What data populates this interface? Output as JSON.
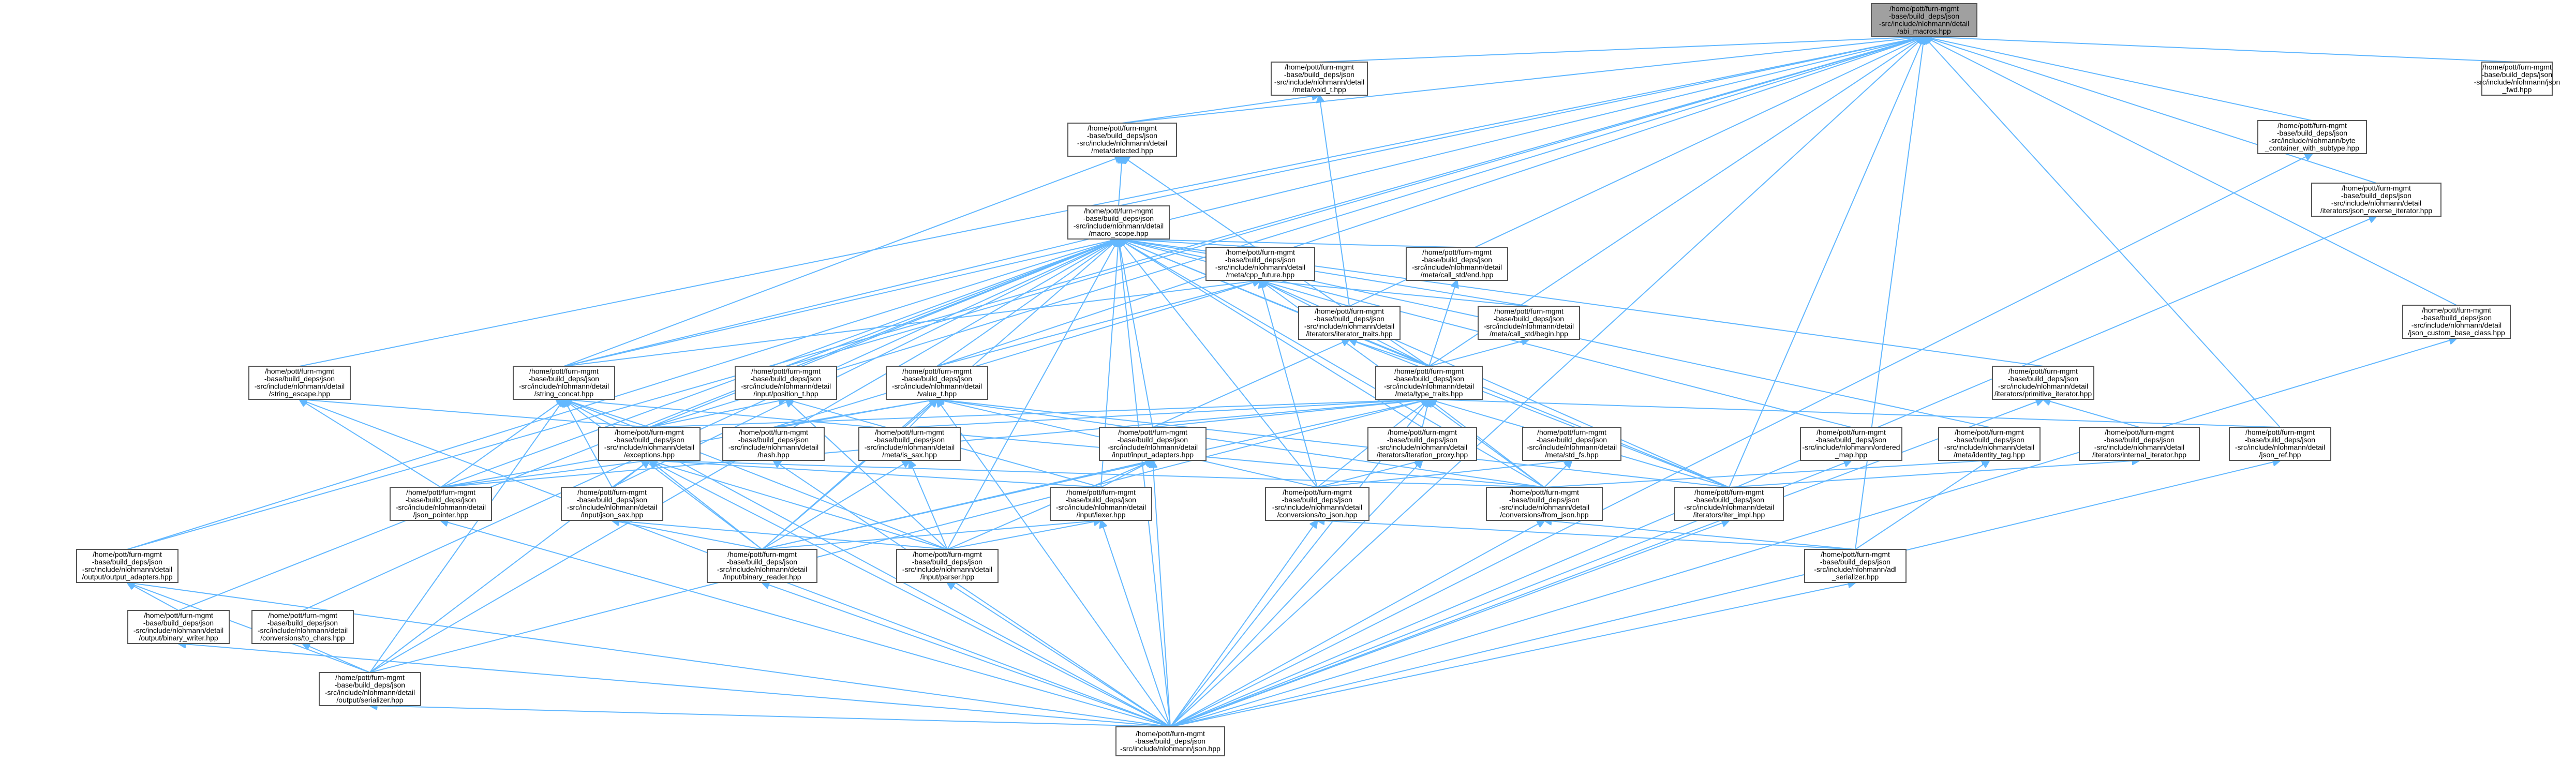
{
  "graph": {
    "nodes": [
      {
        "id": "abi_macros",
        "lines": [
          "/home/pott/furn-mgmt",
          "-base/build_deps/json",
          "-src/include/nlohmann/detail",
          "/abi_macros.hpp"
        ],
        "highlight": true
      },
      {
        "id": "json_fwd",
        "lines": [
          "/home/pott/furn-mgmt",
          "-base/build_deps/json",
          "-src/include/nlohmann/json",
          "_fwd.hpp"
        ]
      },
      {
        "id": "invoke",
        "lines": [
          "/home/pott/furn-mgmt",
          "-base/build_deps/json",
          "-src/include/nlohmann/detail",
          "/meta/void_t.hpp"
        ]
      },
      {
        "id": "byte_container",
        "lines": [
          "/home/pott/furn-mgmt",
          "-base/build_deps/json",
          "-src/include/nlohmann/byte",
          "_container_with_subtype.hpp"
        ]
      },
      {
        "id": "detected",
        "lines": [
          "/home/pott/furn-mgmt",
          "-base/build_deps/json",
          "-src/include/nlohmann/detail",
          "/meta/detected.hpp"
        ]
      },
      {
        "id": "json_reverse_iter",
        "lines": [
          "/home/pott/furn-mgmt",
          "-base/build_deps/json",
          "-src/include/nlohmann/detail",
          "/iterators/json_reverse_iterator.hpp"
        ]
      },
      {
        "id": "macro_scope",
        "lines": [
          "/home/pott/furn-mgmt",
          "-base/build_deps/json",
          "-src/include/nlohmann/detail",
          "/macro_scope.hpp"
        ]
      },
      {
        "id": "cpp_future",
        "lines": [
          "/home/pott/furn-mgmt",
          "-base/build_deps/json",
          "-src/include/nlohmann/detail",
          "/meta/cpp_future.hpp"
        ]
      },
      {
        "id": "call_std_end",
        "lines": [
          "/home/pott/furn-mgmt",
          "-base/build_deps/json",
          "-src/include/nlohmann/detail",
          "/meta/call_std/end.hpp"
        ]
      },
      {
        "id": "json_custom_base",
        "lines": [
          "/home/pott/furn-mgmt",
          "-base/build_deps/json",
          "-src/include/nlohmann/detail",
          "/json_custom_base_class.hpp"
        ]
      },
      {
        "id": "iterator_traits",
        "lines": [
          "/home/pott/furn-mgmt",
          "-base/build_deps/json",
          "-src/include/nlohmann/detail",
          "/iterators/iterator_traits.hpp"
        ]
      },
      {
        "id": "call_std_begin",
        "lines": [
          "/home/pott/furn-mgmt",
          "-base/build_deps/json",
          "-src/include/nlohmann/detail",
          "/meta/call_std/begin.hpp"
        ]
      },
      {
        "id": "string_escape",
        "lines": [
          "/home/pott/furn-mgmt",
          "-base/build_deps/json",
          "-src/include/nlohmann/detail",
          "/string_escape.hpp"
        ]
      },
      {
        "id": "string_concat",
        "lines": [
          "/home/pott/furn-mgmt",
          "-base/build_deps/json",
          "-src/include/nlohmann/detail",
          "/string_concat.hpp"
        ]
      },
      {
        "id": "position_t",
        "lines": [
          "/home/pott/furn-mgmt",
          "-base/build_deps/json",
          "-src/include/nlohmann/detail",
          "/input/position_t.hpp"
        ]
      },
      {
        "id": "value_t",
        "lines": [
          "/home/pott/furn-mgmt",
          "-base/build_deps/json",
          "-src/include/nlohmann/detail",
          "/value_t.hpp"
        ]
      },
      {
        "id": "type_traits",
        "lines": [
          "/home/pott/furn-mgmt",
          "-base/build_deps/json",
          "-src/include/nlohmann/detail",
          "/meta/type_traits.hpp"
        ]
      },
      {
        "id": "primitive_iterator",
        "lines": [
          "/home/pott/furn-mgmt",
          "-base/build_deps/json",
          "-src/include/nlohmann/detail",
          "/iterators/primitive_iterator.hpp"
        ]
      },
      {
        "id": "exceptions",
        "lines": [
          "/home/pott/furn-mgmt",
          "-base/build_deps/json",
          "-src/include/nlohmann/detail",
          "/exceptions.hpp"
        ]
      },
      {
        "id": "hash",
        "lines": [
          "/home/pott/furn-mgmt",
          "-base/build_deps/json",
          "-src/include/nlohmann/detail",
          "/hash.hpp"
        ]
      },
      {
        "id": "is_sax",
        "lines": [
          "/home/pott/furn-mgmt",
          "-base/build_deps/json",
          "-src/include/nlohmann/detail",
          "/meta/is_sax.hpp"
        ]
      },
      {
        "id": "input_adapters",
        "lines": [
          "/home/pott/furn-mgmt",
          "-base/build_deps/json",
          "-src/include/nlohmann/detail",
          "/input/input_adapters.hpp"
        ]
      },
      {
        "id": "iteration_proxy",
        "lines": [
          "/home/pott/furn-mgmt",
          "-base/build_deps/json",
          "-src/include/nlohmann/detail",
          "/iterators/iteration_proxy.hpp"
        ]
      },
      {
        "id": "std_fs",
        "lines": [
          "/home/pott/furn-mgmt",
          "-base/build_deps/json",
          "-src/include/nlohmann/detail",
          "/meta/std_fs.hpp"
        ]
      },
      {
        "id": "ordered_map",
        "lines": [
          "/home/pott/furn-mgmt",
          "-base/build_deps/json",
          "-src/include/nlohmann/ordered",
          "_map.hpp"
        ]
      },
      {
        "id": "identity_tag",
        "lines": [
          "/home/pott/furn-mgmt",
          "-base/build_deps/json",
          "-src/include/nlohmann/detail",
          "/meta/identity_tag.hpp"
        ]
      },
      {
        "id": "internal_iterator",
        "lines": [
          "/home/pott/furn-mgmt",
          "-base/build_deps/json",
          "-src/include/nlohmann/detail",
          "/iterators/internal_iterator.hpp"
        ]
      },
      {
        "id": "json_ref",
        "lines": [
          "/home/pott/furn-mgmt",
          "-base/build_deps/json",
          "-src/include/nlohmann/detail",
          "/json_ref.hpp"
        ]
      },
      {
        "id": "json_pointer",
        "lines": [
          "/home/pott/furn-mgmt",
          "-base/build_deps/json",
          "-src/include/nlohmann/detail",
          "/json_pointer.hpp"
        ]
      },
      {
        "id": "json_sax",
        "lines": [
          "/home/pott/furn-mgmt",
          "-base/build_deps/json",
          "-src/include/nlohmann/detail",
          "/input/json_sax.hpp"
        ]
      },
      {
        "id": "lexer",
        "lines": [
          "/home/pott/furn-mgmt",
          "-base/build_deps/json",
          "-src/include/nlohmann/detail",
          "/input/lexer.hpp"
        ]
      },
      {
        "id": "to_json",
        "lines": [
          "/home/pott/furn-mgmt",
          "-base/build_deps/json",
          "-src/include/nlohmann/detail",
          "/conversions/to_json.hpp"
        ]
      },
      {
        "id": "from_json",
        "lines": [
          "/home/pott/furn-mgmt",
          "-base/build_deps/json",
          "-src/include/nlohmann/detail",
          "/conversions/from_json.hpp"
        ]
      },
      {
        "id": "iter_impl",
        "lines": [
          "/home/pott/furn-mgmt",
          "-base/build_deps/json",
          "-src/include/nlohmann/detail",
          "/iterators/iter_impl.hpp"
        ]
      },
      {
        "id": "output_adapters",
        "lines": [
          "/home/pott/furn-mgmt",
          "-base/build_deps/json",
          "-src/include/nlohmann/detail",
          "/output/output_adapters.hpp"
        ]
      },
      {
        "id": "binary_reader",
        "lines": [
          "/home/pott/furn-mgmt",
          "-base/build_deps/json",
          "-src/include/nlohmann/detail",
          "/input/binary_reader.hpp"
        ]
      },
      {
        "id": "parser",
        "lines": [
          "/home/pott/furn-mgmt",
          "-base/build_deps/json",
          "-src/include/nlohmann/detail",
          "/input/parser.hpp"
        ]
      },
      {
        "id": "adl_serializer",
        "lines": [
          "/home/pott/furn-mgmt",
          "-base/build_deps/json",
          "-src/include/nlohmann/adl",
          "_serializer.hpp"
        ]
      },
      {
        "id": "binary_writer",
        "lines": [
          "/home/pott/furn-mgmt",
          "-base/build_deps/json",
          "-src/include/nlohmann/detail",
          "/output/binary_writer.hpp"
        ]
      },
      {
        "id": "to_chars",
        "lines": [
          "/home/pott/furn-mgmt",
          "-base/build_deps/json",
          "-src/include/nlohmann/detail",
          "/conversions/to_chars.hpp"
        ]
      },
      {
        "id": "serializer",
        "lines": [
          "/home/pott/furn-mgmt",
          "-base/build_deps/json",
          "-src/include/nlohmann/detail",
          "/output/serializer.hpp"
        ]
      },
      {
        "id": "json",
        "lines": [
          "/home/pott/furn-mgmt",
          "-base/build_deps/json",
          "-src/include/nlohmann/json.hpp"
        ]
      }
    ],
    "edges": [
      [
        "abi_macros",
        "json_fwd"
      ],
      [
        "abi_macros",
        "invoke"
      ],
      [
        "abi_macros",
        "byte_container"
      ],
      [
        "abi_macros",
        "detected"
      ],
      [
        "abi_macros",
        "json_reverse_iter"
      ],
      [
        "abi_macros",
        "macro_scope"
      ],
      [
        "abi_macros",
        "json_custom_base"
      ],
      [
        "abi_macros",
        "iterator_traits"
      ],
      [
        "abi_macros",
        "string_escape"
      ],
      [
        "abi_macros",
        "string_concat"
      ],
      [
        "abi_macros",
        "position_t"
      ],
      [
        "abi_macros",
        "value_t"
      ],
      [
        "abi_macros",
        "type_traits"
      ],
      [
        "abi_macros",
        "exceptions"
      ],
      [
        "abi_macros",
        "json_ref"
      ],
      [
        "abi_macros",
        "adl_serializer"
      ],
      [
        "abi_macros",
        "output_adapters"
      ],
      [
        "abi_macros",
        "json"
      ],
      [
        "abi_macros",
        "iter_impl"
      ],
      [
        "invoke",
        "detected"
      ],
      [
        "invoke",
        "iterator_traits"
      ],
      [
        "byte_container",
        "json"
      ],
      [
        "detected",
        "macro_scope"
      ],
      [
        "detected",
        "type_traits"
      ],
      [
        "detected",
        "string_concat"
      ],
      [
        "json_reverse_iter",
        "json"
      ],
      [
        "json_custom_base",
        "json"
      ],
      [
        "macro_scope",
        "cpp_future"
      ],
      [
        "macro_scope",
        "call_std_end"
      ],
      [
        "macro_scope",
        "call_std_begin"
      ],
      [
        "macro_scope",
        "type_traits"
      ],
      [
        "macro_scope",
        "string_concat"
      ],
      [
        "macro_scope",
        "position_t"
      ],
      [
        "macro_scope",
        "value_t"
      ],
      [
        "macro_scope",
        "primitive_iterator"
      ],
      [
        "macro_scope",
        "exceptions"
      ],
      [
        "macro_scope",
        "input_adapters"
      ],
      [
        "macro_scope",
        "ordered_map"
      ],
      [
        "macro_scope",
        "identity_tag"
      ],
      [
        "macro_scope",
        "to_json"
      ],
      [
        "macro_scope",
        "from_json"
      ],
      [
        "macro_scope",
        "iter_impl"
      ],
      [
        "macro_scope",
        "lexer"
      ],
      [
        "macro_scope",
        "parser"
      ],
      [
        "macro_scope",
        "binary_reader"
      ],
      [
        "macro_scope",
        "binary_writer"
      ],
      [
        "macro_scope",
        "to_chars"
      ],
      [
        "macro_scope",
        "serializer"
      ],
      [
        "macro_scope",
        "output_adapters"
      ],
      [
        "macro_scope",
        "json_pointer"
      ],
      [
        "macro_scope",
        "json_sax"
      ],
      [
        "macro_scope",
        "iteration_proxy"
      ],
      [
        "macro_scope",
        "json"
      ],
      [
        "cpp_future",
        "iterator_traits"
      ],
      [
        "cpp_future",
        "call_std_begin"
      ],
      [
        "cpp_future",
        "type_traits"
      ],
      [
        "cpp_future",
        "string_concat"
      ],
      [
        "cpp_future",
        "value_t"
      ],
      [
        "cpp_future",
        "hash"
      ],
      [
        "cpp_future",
        "from_json"
      ],
      [
        "cpp_future",
        "to_json"
      ],
      [
        "cpp_future",
        "iter_impl"
      ],
      [
        "call_std_end",
        "type_traits"
      ],
      [
        "call_std_begin",
        "type_traits"
      ],
      [
        "iterator_traits",
        "type_traits"
      ],
      [
        "iterator_traits",
        "iter_impl"
      ],
      [
        "iterator_traits",
        "input_adapters"
      ],
      [
        "string_escape",
        "json_pointer"
      ],
      [
        "string_escape",
        "exceptions"
      ],
      [
        "string_escape",
        "json"
      ],
      [
        "string_concat",
        "exceptions"
      ],
      [
        "string_concat",
        "json_pointer"
      ],
      [
        "string_concat",
        "json_sax"
      ],
      [
        "string_concat",
        "binary_reader"
      ],
      [
        "string_concat",
        "parser"
      ],
      [
        "string_concat",
        "serializer"
      ],
      [
        "string_concat",
        "from_json"
      ],
      [
        "string_concat",
        "json"
      ],
      [
        "position_t",
        "exceptions"
      ],
      [
        "position_t",
        "lexer"
      ],
      [
        "position_t",
        "parser"
      ],
      [
        "value_t",
        "hash"
      ],
      [
        "value_t",
        "is_sax"
      ],
      [
        "value_t",
        "from_json"
      ],
      [
        "value_t",
        "to_json"
      ],
      [
        "value_t",
        "iter_impl"
      ],
      [
        "value_t",
        "binary_reader"
      ],
      [
        "value_t",
        "json_pointer"
      ],
      [
        "value_t",
        "json"
      ],
      [
        "type_traits",
        "exceptions"
      ],
      [
        "type_traits",
        "is_sax"
      ],
      [
        "type_traits",
        "input_adapters"
      ],
      [
        "type_traits",
        "iteration_proxy"
      ],
      [
        "type_traits",
        "to_json"
      ],
      [
        "type_traits",
        "from_json"
      ],
      [
        "type_traits",
        "iter_impl"
      ],
      [
        "type_traits",
        "json_ref"
      ],
      [
        "type_traits",
        "json_pointer"
      ],
      [
        "type_traits",
        "binary_reader"
      ],
      [
        "type_traits",
        "serializer"
      ],
      [
        "type_traits",
        "json"
      ],
      [
        "primitive_iterator",
        "internal_iterator"
      ],
      [
        "primitive_iterator",
        "json"
      ],
      [
        "exceptions",
        "json_pointer"
      ],
      [
        "exceptions",
        "json_sax"
      ],
      [
        "exceptions",
        "lexer"
      ],
      [
        "exceptions",
        "binary_reader"
      ],
      [
        "exceptions",
        "parser"
      ],
      [
        "exceptions",
        "from_json"
      ],
      [
        "exceptions",
        "serializer"
      ],
      [
        "exceptions",
        "json"
      ],
      [
        "hash",
        "json"
      ],
      [
        "is_sax",
        "binary_reader"
      ],
      [
        "is_sax",
        "parser"
      ],
      [
        "input_adapters",
        "lexer"
      ],
      [
        "input_adapters",
        "binary_reader"
      ],
      [
        "input_adapters",
        "parser"
      ],
      [
        "input_adapters",
        "json"
      ],
      [
        "iteration_proxy",
        "to_json"
      ],
      [
        "iteration_proxy",
        "json"
      ],
      [
        "std_fs",
        "to_json"
      ],
      [
        "std_fs",
        "from_json"
      ],
      [
        "ordered_map",
        "json"
      ],
      [
        "identity_tag",
        "adl_serializer"
      ],
      [
        "identity_tag",
        "from_json"
      ],
      [
        "internal_iterator",
        "iter_impl"
      ],
      [
        "json_ref",
        "json"
      ],
      [
        "json_pointer",
        "json"
      ],
      [
        "json_sax",
        "binary_reader"
      ],
      [
        "json_sax",
        "parser"
      ],
      [
        "lexer",
        "binary_reader"
      ],
      [
        "lexer",
        "parser"
      ],
      [
        "lexer",
        "json"
      ],
      [
        "to_json",
        "adl_serializer"
      ],
      [
        "to_json",
        "json"
      ],
      [
        "from_json",
        "adl_serializer"
      ],
      [
        "from_json",
        "json"
      ],
      [
        "iter_impl",
        "json"
      ],
      [
        "output_adapters",
        "binary_writer"
      ],
      [
        "output_adapters",
        "serializer"
      ],
      [
        "output_adapters",
        "json"
      ],
      [
        "binary_reader",
        "json"
      ],
      [
        "parser",
        "json"
      ],
      [
        "adl_serializer",
        "json"
      ],
      [
        "binary_writer",
        "json"
      ],
      [
        "to_chars",
        "serializer"
      ],
      [
        "serializer",
        "json"
      ]
    ]
  }
}
